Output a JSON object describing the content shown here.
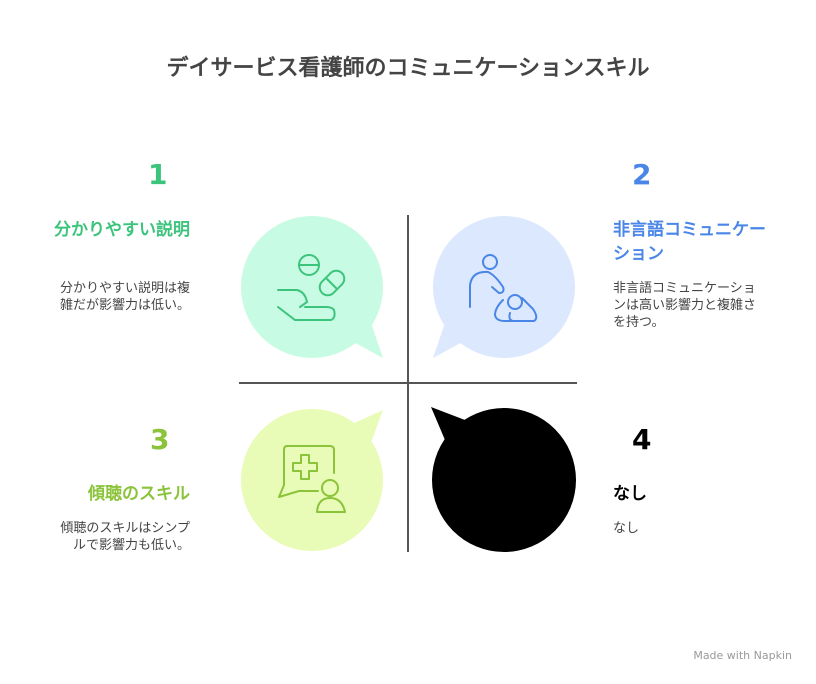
{
  "title": "デイサービス看護師のコミュニケーションスキル",
  "quadrants": [
    {
      "number": "1",
      "heading": "分かりやすい説明",
      "description": "分かりやすい説明は複雑だが影響力は低い。",
      "color": "#3cc47c",
      "fill": "#c8fbe3",
      "icon": "hand-with-pills-icon"
    },
    {
      "number": "2",
      "heading": "非言語コミュニケーション",
      "description": "非言語コミュニケーションは高い影響力と複雑さを持つ。",
      "color": "#4a86e8",
      "fill": "#dce8fd",
      "icon": "caregiver-with-patient-icon"
    },
    {
      "number": "3",
      "heading": "傾聴のスキル",
      "description": "傾聴のスキルはシンプルで影響力も低い。",
      "color": "#8bc33a",
      "fill": "#e8fcb8",
      "icon": "medical-chat-person-icon"
    },
    {
      "number": "4",
      "heading": "なし",
      "description": "なし",
      "color": "#000000",
      "fill": "#000000",
      "icon": "none"
    }
  ],
  "footer": "Made with  Napkin"
}
